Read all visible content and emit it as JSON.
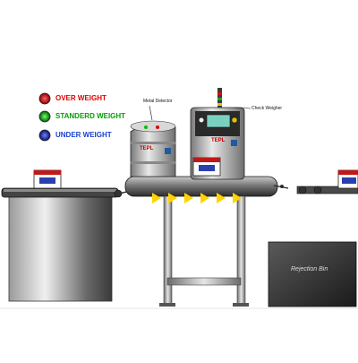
{
  "legend": {
    "items": [
      {
        "label": "OVER WEIGHT",
        "color": "#e00000",
        "text_color": "#e00000"
      },
      {
        "label": "STANDERD WEIGHT",
        "color": "#00b000",
        "text_color": "#00a000"
      },
      {
        "label": "UNDER WEIGHT",
        "color": "#1030c0",
        "text_color": "#1a40d0"
      }
    ]
  },
  "callouts": {
    "metal_detector": "Metal Detector",
    "check_weigher": "Check Weigher"
  },
  "machines": {
    "metal_detector_brand": "TEPL",
    "check_weigher_brand": "TEPL"
  },
  "rejection_bin_label": "Rejection Bin",
  "colors": {
    "conveyor_arrow": "#ffd400",
    "background": "#ffffff"
  }
}
